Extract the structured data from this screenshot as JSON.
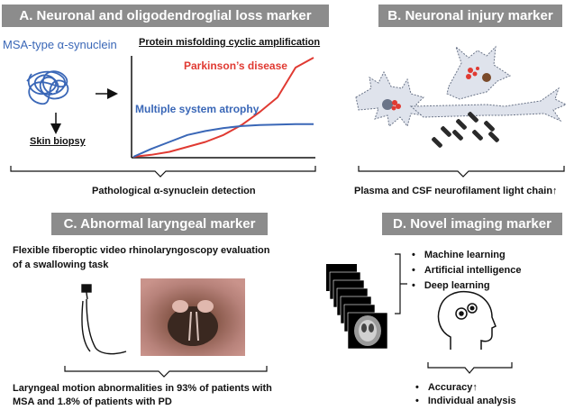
{
  "panelA": {
    "title": "A. Neuronal and oligodendroglial loss marker",
    "msa_label": "MSA-type α-synuclein",
    "skin_biopsy": "Skin biopsy",
    "chart_title": "Protein misfolding cyclic amplification",
    "footer": "Pathological α-synuclein detection",
    "colors": {
      "pd": "#e03a32",
      "msa": "#3a67b7"
    }
  },
  "chart_data": {
    "type": "line",
    "title": "Protein misfolding cyclic amplification",
    "xlabel": "",
    "ylabel": "",
    "x": [
      0,
      1,
      2,
      3,
      4,
      5,
      6,
      7,
      8,
      9,
      10
    ],
    "series": [
      {
        "name": "Parkinson’s disease",
        "values": [
          0,
          0.02,
          0.05,
          0.1,
          0.15,
          0.22,
          0.32,
          0.45,
          0.6,
          0.9,
          1.0
        ]
      },
      {
        "name": "Multiple system atrophy",
        "values": [
          0,
          0.08,
          0.15,
          0.22,
          0.26,
          0.29,
          0.31,
          0.32,
          0.325,
          0.33,
          0.33
        ]
      }
    ],
    "grid": false
  },
  "panelB": {
    "title": "B. Neuronal injury marker",
    "footer": "Plasma and CSF neurofilament light chain↑"
  },
  "panelC": {
    "title": "C. Abnormal laryngeal marker",
    "desc_line1": "Flexible fiberoptic video rhinolaryngoscopy evaluation",
    "desc_line2": "of a swallowing task",
    "footer_line1": "Laryngeal motion abnormalities in 93% of patients with",
    "footer_line2": "MSA and 1.8% of patients with PD"
  },
  "panelD": {
    "title": "D. Novel imaging marker",
    "bullets": [
      "Machine learning",
      "Artificial intelligence",
      "Deep learning"
    ],
    "results": [
      "Accuracy↑",
      "Individual analysis"
    ]
  }
}
